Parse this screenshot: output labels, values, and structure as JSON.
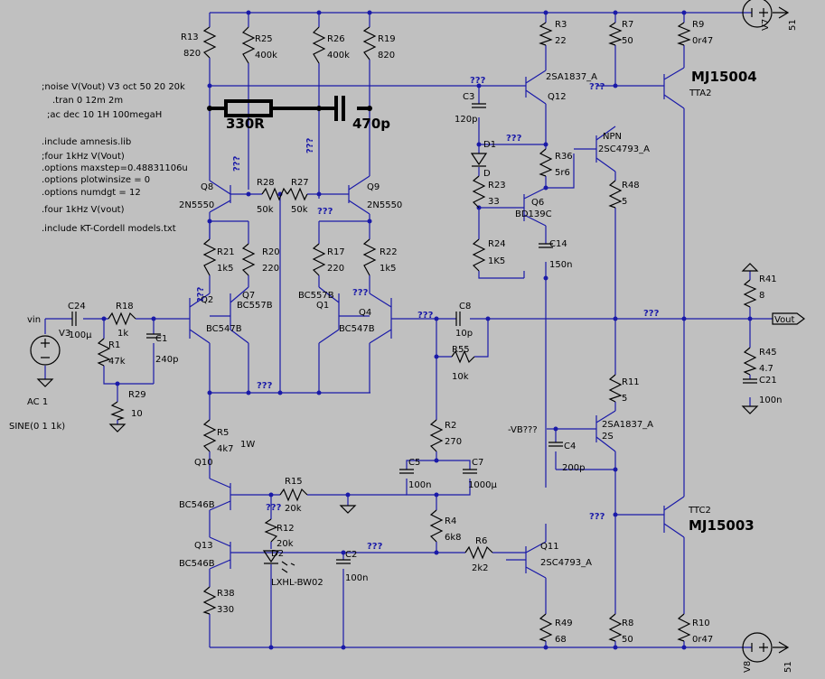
{
  "directives": [
    ";noise V(Vout) V3 oct 50 20 20k",
    ".tran 0 12m 2m",
    ";ac dec 10 1H 100megaH",
    ".include amnesis.lib",
    ";four 1kHz V(Vout)",
    ".options maxstep=0.48831106u",
    ".options plotwinsize = 0",
    ".options numdgt = 12",
    ".four 1kHz V(vout)",
    ".include KT-Cordell models.txt"
  ],
  "big_labels": {
    "r330": "330R",
    "c470": "470p",
    "mj15004": "MJ15004",
    "mj15003": "MJ15003"
  },
  "unknown": "???",
  "nets": {
    "vin": "vin",
    "vout": "Vout",
    "vb": "-VB???",
    "v3": "V3"
  },
  "sources": {
    "v3_ac": "AC 1",
    "v3_sine": "SINE(0 1 1k)",
    "v7_name": "V7",
    "v7_val": "51",
    "v8_name": "V8",
    "v8_val": "51"
  },
  "resistors": [
    {
      "ref": "R13",
      "val": "820"
    },
    {
      "ref": "R25",
      "val": "400k"
    },
    {
      "ref": "R26",
      "val": "400k"
    },
    {
      "ref": "R19",
      "val": "820"
    },
    {
      "ref": "R3",
      "val": "22"
    },
    {
      "ref": "R7",
      "val": "50"
    },
    {
      "ref": "R9",
      "val": "0r47"
    },
    {
      "ref": "R28",
      "val": "50k"
    },
    {
      "ref": "R27",
      "val": "50k"
    },
    {
      "ref": "R36",
      "val": "5r6"
    },
    {
      "ref": "R23",
      "val": "33"
    },
    {
      "ref": "R24",
      "val": "1K5"
    },
    {
      "ref": "R48",
      "val": "5"
    },
    {
      "ref": "R21",
      "val": "1k5"
    },
    {
      "ref": "R20",
      "val": "220"
    },
    {
      "ref": "R17",
      "val": "220"
    },
    {
      "ref": "R22",
      "val": "1k5"
    },
    {
      "ref": "R18",
      "val": "1k"
    },
    {
      "ref": "R1",
      "val": "47k"
    },
    {
      "ref": "R29",
      "val": "10"
    },
    {
      "ref": "R55",
      "val": "10k"
    },
    {
      "ref": "R41",
      "val": "8"
    },
    {
      "ref": "R45",
      "val": "4.7"
    },
    {
      "ref": "R11",
      "val": "5"
    },
    {
      "ref": "R5",
      "val": "4k7"
    },
    {
      "ref": "R2",
      "val": "270"
    },
    {
      "ref": "R15",
      "val": "20k"
    },
    {
      "ref": "R12",
      "val": "20k"
    },
    {
      "ref": "R4",
      "val": "6k8"
    },
    {
      "ref": "R6",
      "val": "2k2"
    },
    {
      "ref": "R38",
      "val": "330"
    },
    {
      "ref": "R49",
      "val": "68"
    },
    {
      "ref": "R8",
      "val": "50"
    },
    {
      "ref": "R10",
      "val": "0r47"
    }
  ],
  "capacitors": [
    {
      "ref": "C3",
      "val": "120p"
    },
    {
      "ref": "C14",
      "val": "150n"
    },
    {
      "ref": "C24",
      "val": "100µ"
    },
    {
      "ref": "C1",
      "val": "240p"
    },
    {
      "ref": "C8",
      "val": "10p"
    },
    {
      "ref": "C21",
      "val": "100n"
    },
    {
      "ref": "C4",
      "val": "200p"
    },
    {
      "ref": "C5",
      "val": "100n"
    },
    {
      "ref": "C7",
      "val": "1000µ"
    },
    {
      "ref": "C2",
      "val": "100n"
    }
  ],
  "transistors": [
    {
      "ref": "Q12",
      "model": "2SA1837_A"
    },
    {
      "ref": "TTA2",
      "model": ""
    },
    {
      "ref": "Q8",
      "model": "2N5550"
    },
    {
      "ref": "Q9",
      "model": "2N5550"
    },
    {
      "ref": "NPN",
      "model": "2SC4793_A"
    },
    {
      "ref": "Q6",
      "model": "BD139C"
    },
    {
      "ref": "Q2",
      "model": "BC547B"
    },
    {
      "ref": "Q7",
      "model": "BC557B"
    },
    {
      "ref": "Q1",
      "model": "BC557B"
    },
    {
      "ref": "Q4",
      "model": "BC547B"
    },
    {
      "ref": "2S",
      "model": "2SA1837_A"
    },
    {
      "ref": "TTC2",
      "model": ""
    },
    {
      "ref": "Q10",
      "model": "BC546B"
    },
    {
      "ref": "Q13",
      "model": "BC546B"
    },
    {
      "ref": "Q11",
      "model": "2SC4793_A"
    }
  ],
  "diodes": [
    {
      "ref": "D1",
      "val": "D"
    },
    {
      "ref": "D2",
      "val": "LXHL-BW02"
    }
  ],
  "misc": {
    "r5_power": "1W"
  }
}
